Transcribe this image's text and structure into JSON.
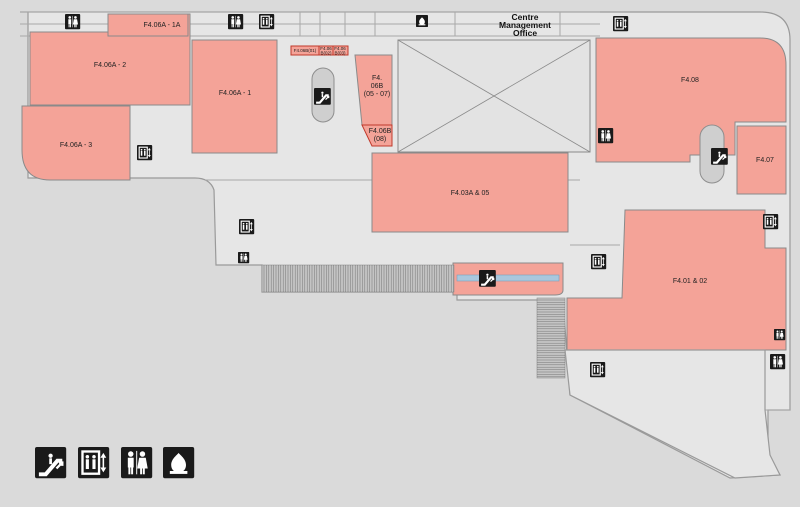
{
  "map": {
    "colors": {
      "retail_unit": "#f4a398",
      "walkway": "#e6e6e6",
      "background": "#dadada",
      "icon": "#1a1a1a"
    },
    "labels": {
      "u_06a2": "F4.06A - 2",
      "u_06a1a": "F4.06A - 1A",
      "u_06a1": "F4.06A - 1",
      "u_06a3": "F4.06A - 3",
      "u_06b": "F4.",
      "u_06b_2": "06B",
      "u_06b_3": "(05 - 07)",
      "u_06b_01": "F4.06B(01)",
      "u_06b_02": "F4.06",
      "u_06b_02b": "B(02)",
      "u_06b_03": "F4.06",
      "u_06b_03b": "B(03)",
      "u_06b_08": "F4.06B",
      "u_06b_08b": "(08)",
      "u_03a": "F4.03A & 05",
      "u_08": "F4.08",
      "u_07": "F4.07",
      "u_01": "F4.01 & 02",
      "cmo_1": "Centre",
      "cmo_2": "Management",
      "cmo_3": "Office"
    },
    "legend": [
      {
        "icon": "escalator-icon"
      },
      {
        "icon": "lift-icon"
      },
      {
        "icon": "toilet-icon"
      },
      {
        "icon": "prayer-room-icon"
      }
    ]
  }
}
